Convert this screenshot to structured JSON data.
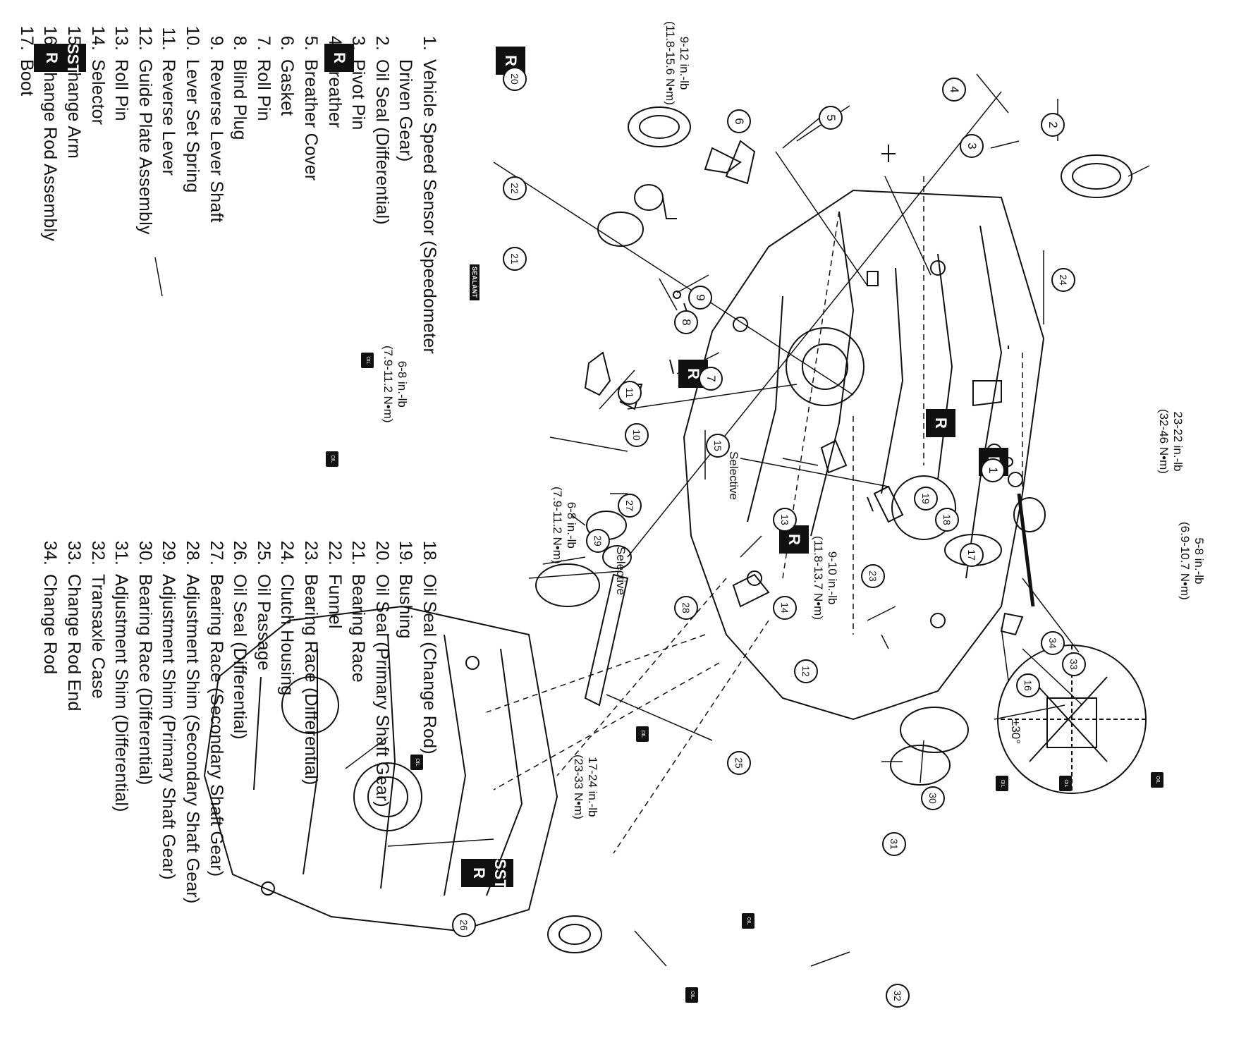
{
  "torques": {
    "t1": [
      "23-22 in.-lb",
      "(32-46 N•m)"
    ],
    "t2": [
      "5-8 in.-lb",
      "(6.9-10.7 N•m)"
    ],
    "t3": [
      "9-10 in.-lb",
      "(11.8-13.7 N•m)"
    ],
    "t4": [
      "9-12 in.-lb",
      "(11.8-15.6 N•m)"
    ],
    "t5": [
      "6-8 in.-lb",
      "(7.9-11.2 N•m)"
    ],
    "t6": [
      "17-24 in.-lb",
      "(23-33 N•m)"
    ],
    "t7": [
      "6-8 in.-lb",
      "(7.9-11.2 N•m)"
    ]
  },
  "labels": {
    "selective": "Selective",
    "sealant": "SEALANT",
    "angle": "±30°",
    "sst": "SST",
    "r": "R",
    "oil": "OIL"
  },
  "legend_left": [
    {
      "num": "1.",
      "text": "Vehicle Speed Sensor (Speedometer"
    },
    {
      "num": "",
      "text": "Driven Gear)"
    },
    {
      "num": "2.",
      "text": "Oil Seal (Differential)"
    },
    {
      "num": "3.",
      "text": "Pivot Pin"
    },
    {
      "num": "4.",
      "text": "Breather"
    },
    {
      "num": "5.",
      "text": "Breather Cover"
    },
    {
      "num": "6.",
      "text": "Gasket"
    },
    {
      "num": "7.",
      "text": "Roll Pin"
    },
    {
      "num": "8.",
      "text": "Blind Plug"
    },
    {
      "num": "9.",
      "text": "Reverse Lever Shaft"
    },
    {
      "num": "10.",
      "text": "Lever Set Spring"
    },
    {
      "num": "11.",
      "text": "Reverse Lever"
    },
    {
      "num": "12.",
      "text": "Guide Plate Assembly"
    },
    {
      "num": "13.",
      "text": "Roll Pin"
    },
    {
      "num": "14.",
      "text": "Selector"
    },
    {
      "num": "15.",
      "text": "Change Arm"
    },
    {
      "num": "16.",
      "text": "Change Rod Assembly"
    },
    {
      "num": "17.",
      "text": "Boot"
    }
  ],
  "legend_right": [
    {
      "num": "18.",
      "text": "Oil Seal (Change Rod)"
    },
    {
      "num": "19.",
      "text": "Bushing"
    },
    {
      "num": "20.",
      "text": "Oil Seal (Primary Shaft Gear)"
    },
    {
      "num": "21.",
      "text": "Bearing Race"
    },
    {
      "num": "22.",
      "text": "Funnel"
    },
    {
      "num": "23.",
      "text": "Bearing Race (Differential)"
    },
    {
      "num": "24.",
      "text": "Clutch Housing"
    },
    {
      "num": "25.",
      "text": "Oil Passage"
    },
    {
      "num": "26.",
      "text": "Oil Seal (Differential)"
    },
    {
      "num": "27.",
      "text": "Bearing Race (Secondary Shaft Gear)"
    },
    {
      "num": "28.",
      "text": "Adjustment Shim (Secondary Shaft Gear)"
    },
    {
      "num": "29.",
      "text": "Adjustment Shim (Primary Shaft Gear)"
    },
    {
      "num": "30.",
      "text": "Bearing Race (Differential)"
    },
    {
      "num": "31.",
      "text": "Adjustment Shim (Differential)"
    },
    {
      "num": "32.",
      "text": "Transaxle Case"
    },
    {
      "num": "33.",
      "text": "Change Rod End"
    },
    {
      "num": "34.",
      "text": "Change Rod"
    }
  ],
  "callouts": [
    "1",
    "2",
    "3",
    "4",
    "5",
    "6",
    "7",
    "8",
    "9",
    "10",
    "11",
    "12",
    "13",
    "14",
    "15",
    "16",
    "17",
    "18",
    "19",
    "20",
    "21",
    "22",
    "23",
    "24",
    "25",
    "26",
    "27",
    "28",
    "29",
    "30",
    "31",
    "32",
    "33",
    "34"
  ]
}
